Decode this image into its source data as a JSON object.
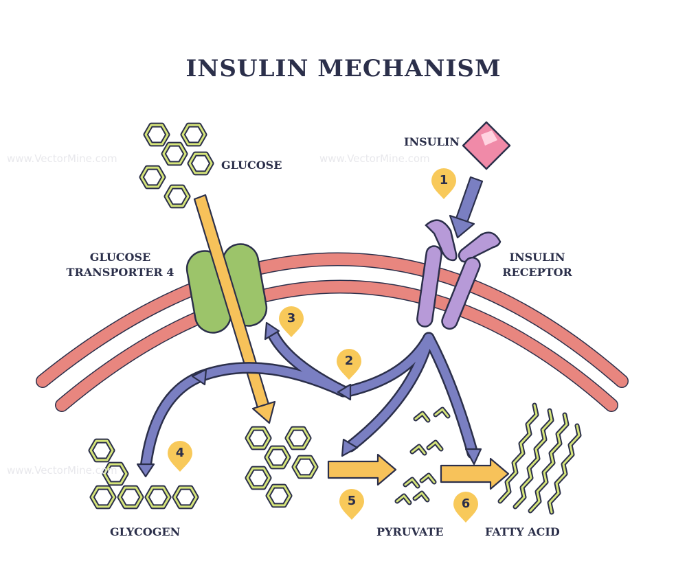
{
  "title": "INSULIN MECHANISM",
  "labels": {
    "glucose": "GLUCOSE",
    "glucose_transporter_line1": "GLUCOSE",
    "glucose_transporter_line2": "TRANSPORTER 4",
    "insulin": "INSULIN",
    "insulin_receptor_line1": "INSULIN",
    "insulin_receptor_line2": "RECEPTOR",
    "glycogen": "GLYCOGEN",
    "pyruvate": "PYRUVATE",
    "fatty_acid": "FATTY ACID"
  },
  "steps": [
    "1",
    "2",
    "3",
    "4",
    "5",
    "6"
  ],
  "watermark": "www.VectorMine.com",
  "colors": {
    "membrane": "#e8867f",
    "arrow_blue": "#7a7fc2",
    "arrow_yellow": "#f7c25a",
    "transporter": "#9cc46a",
    "receptor": "#b79ad8",
    "insulin": "#f08aa8",
    "badge": "#f8c95a",
    "outline": "#2b2f4a",
    "molecule_fill": "#d6e57a"
  }
}
